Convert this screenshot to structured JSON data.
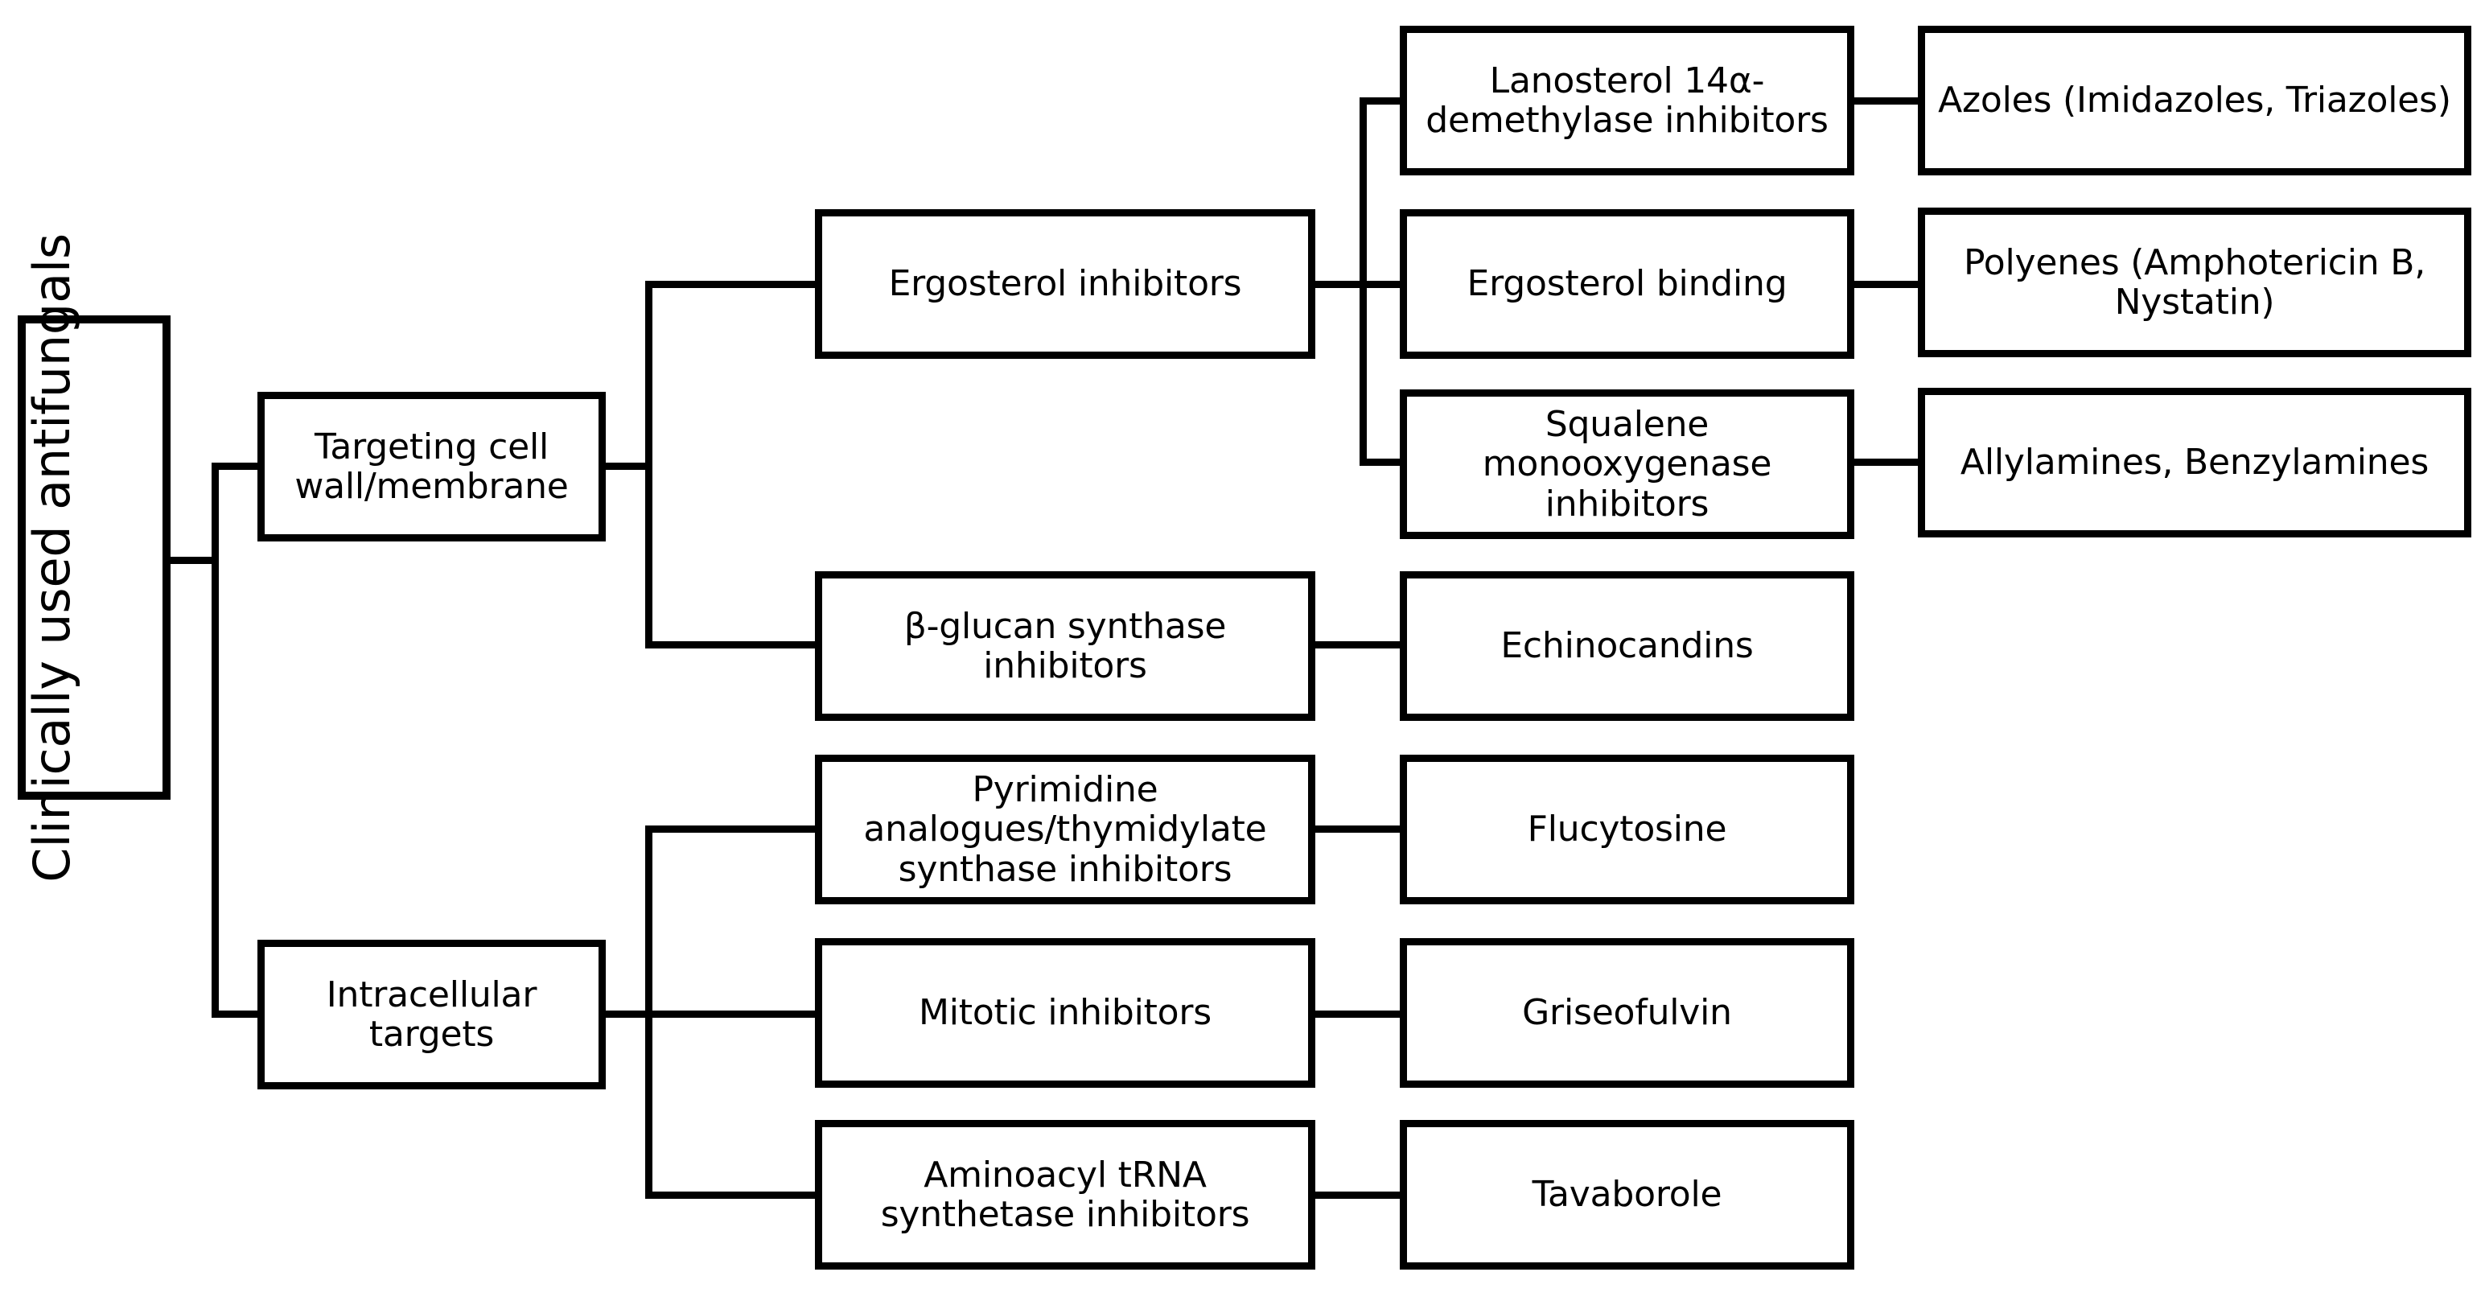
{
  "diagram": {
    "title": "Clinically used antifungals classification flowchart",
    "colors": {
      "stroke": "#000000",
      "background": "#ffffff",
      "text": "#000000"
    },
    "root": {
      "label": "Clinically used antifungals",
      "orientation": "vertical-bottom-to-top"
    },
    "level2": [
      {
        "id": "cell-wall-membrane",
        "label": "Targeting cell wall/membrane"
      },
      {
        "id": "intracellular-targets",
        "label": "Intracellular targets"
      }
    ],
    "level3": [
      {
        "id": "ergosterol-inhibitors",
        "label": "Ergosterol inhibitors",
        "parent": "cell-wall-membrane"
      },
      {
        "id": "beta-glucan-synthase-inhibitors",
        "label": "β-glucan synthase inhibitors",
        "parent": "cell-wall-membrane"
      },
      {
        "id": "pyrimidine-analogues",
        "label": "Pyrimidine analogues/thymidylate synthase inhibitors",
        "parent": "intracellular-targets"
      },
      {
        "id": "mitotic-inhibitors",
        "label": "Mitotic inhibitors",
        "parent": "intracellular-targets"
      },
      {
        "id": "aminoacyl-trna-synthetase-inhibitors",
        "label": "Aminoacyl tRNA synthetase inhibitors",
        "parent": "intracellular-targets"
      }
    ],
    "level4": [
      {
        "id": "lanosterol-demethylase-inhibitors",
        "label": "Lanosterol 14α-demethylase inhibitors",
        "parent": "ergosterol-inhibitors"
      },
      {
        "id": "ergosterol-binding",
        "label": "Ergosterol binding",
        "parent": "ergosterol-inhibitors"
      },
      {
        "id": "squalene-monooxygenase-inhibitors",
        "label": "Squalene monooxygenase inhibitors",
        "parent": "ergosterol-inhibitors"
      },
      {
        "id": "echinocandins",
        "label": "Echinocandins",
        "parent": "beta-glucan-synthase-inhibitors"
      },
      {
        "id": "flucytosine",
        "label": "Flucytosine",
        "parent": "pyrimidine-analogues"
      },
      {
        "id": "griseofulvin",
        "label": "Griseofulvin",
        "parent": "mitotic-inhibitors"
      },
      {
        "id": "tavaborole",
        "label": "Tavaborole",
        "parent": "aminoacyl-trna-synthetase-inhibitors"
      }
    ],
    "level5": [
      {
        "id": "azoles",
        "label": "Azoles (Imidazoles, Triazoles)",
        "parent": "lanosterol-demethylase-inhibitors"
      },
      {
        "id": "polyenes",
        "label": "Polyenes (Amphotericin B, Nystatin)",
        "parent": "ergosterol-binding"
      },
      {
        "id": "allylamines-benzylamines",
        "label": "Allylamines, Benzylamines",
        "parent": "squalene-monooxygenase-inhibitors"
      }
    ]
  }
}
